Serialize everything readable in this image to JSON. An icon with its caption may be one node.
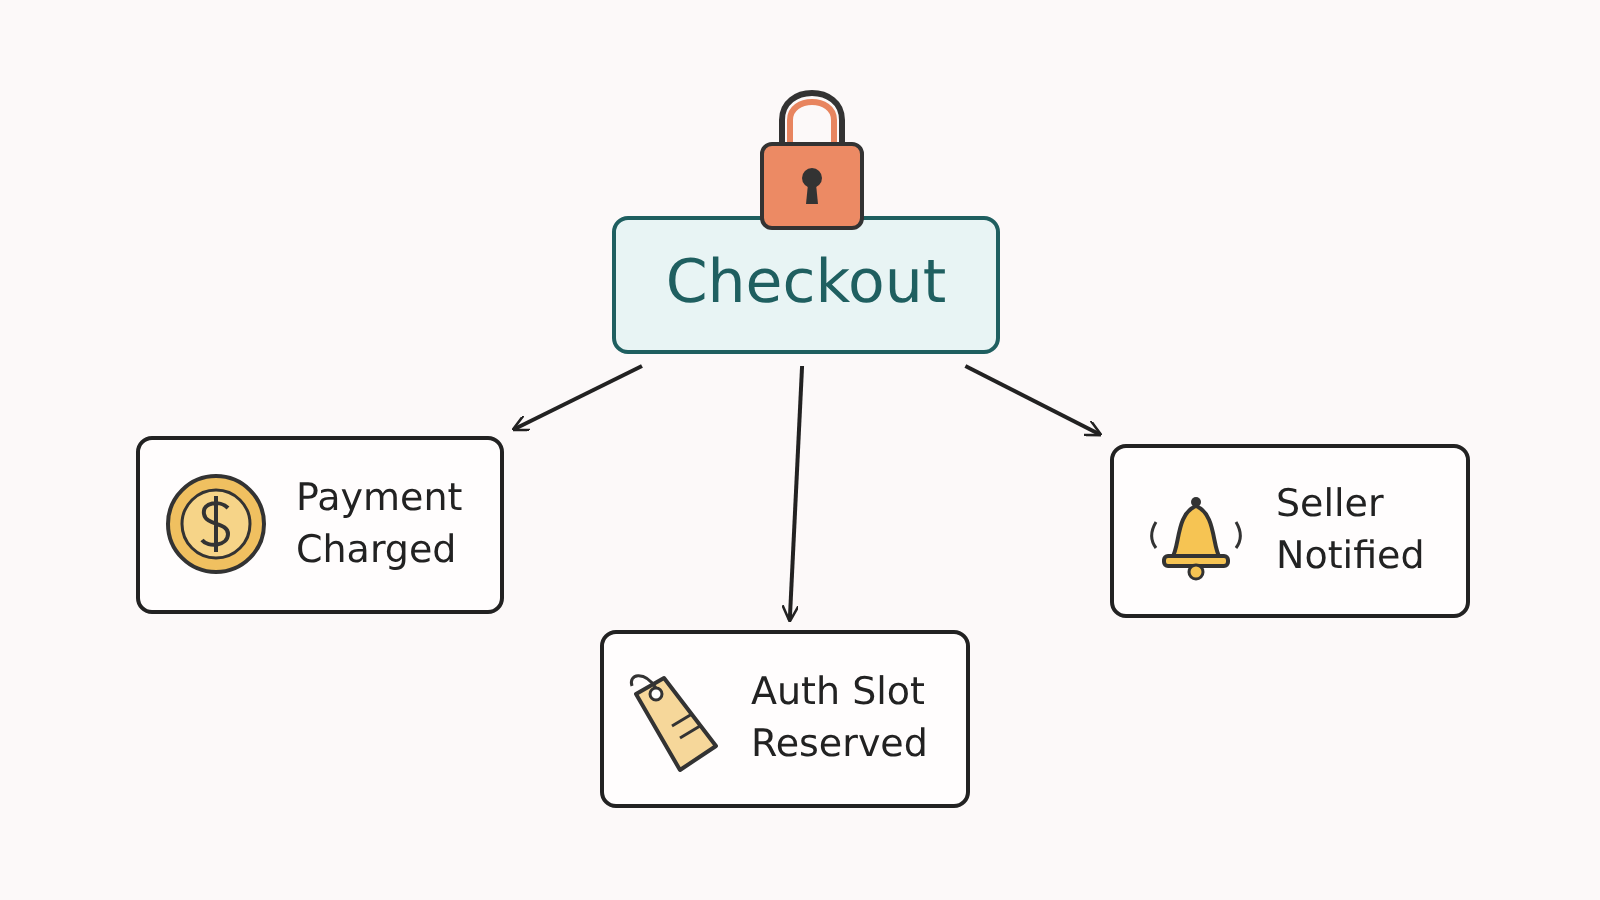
{
  "diagram": {
    "nodes": [
      {
        "text": [
          "Checkout"
        ]
      },
      {
        "text": [
          "Payment Charged"
        ]
      },
      {
        "text": [
          "Auth Slot Reserved"
        ]
      },
      {
        "text": [
          "Seller Notified"
        ]
      }
    ],
    "edges": [
      {
        "from": 0,
        "to": 1,
        "arrow": "to"
      },
      {
        "from": 0,
        "to": 2,
        "arrow": "to"
      },
      {
        "from": 0,
        "to": 3,
        "arrow": "to"
      }
    ]
  }
}
